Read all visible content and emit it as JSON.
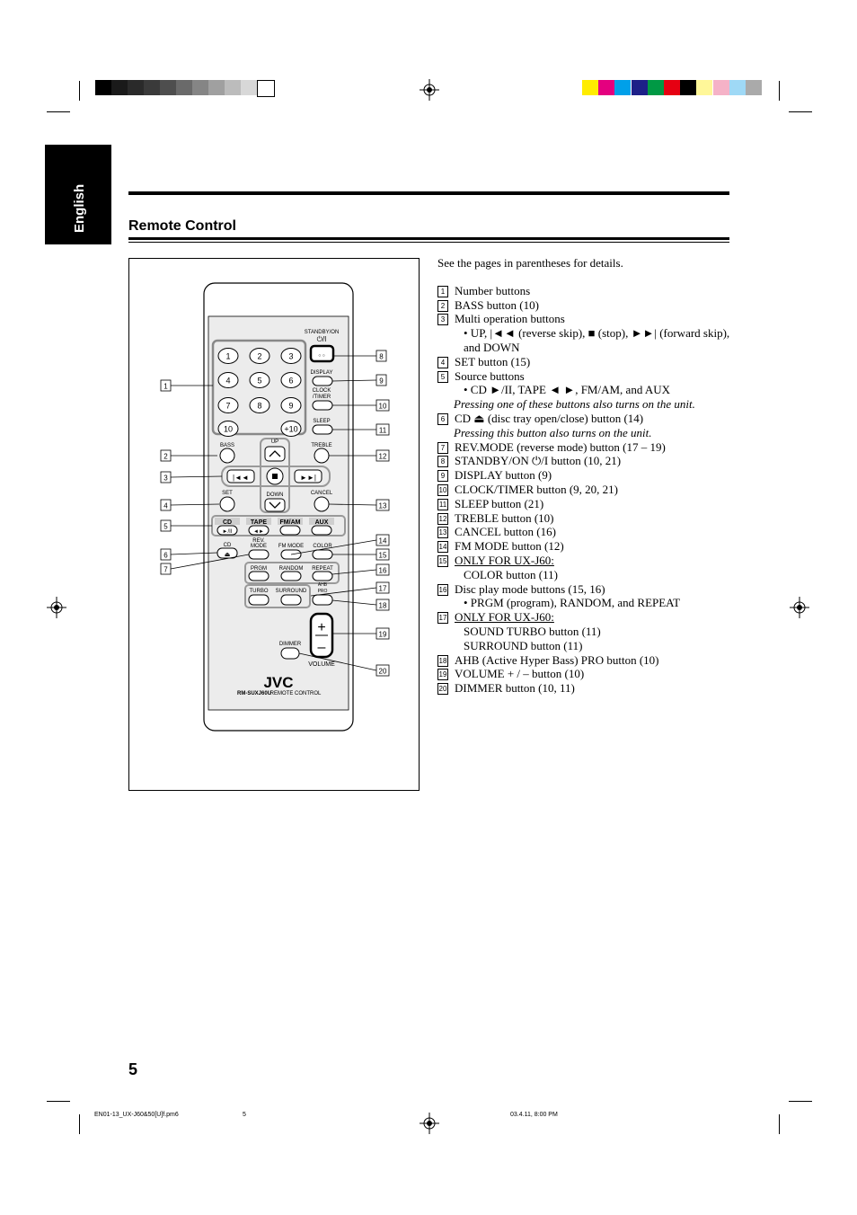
{
  "side_tab": {
    "label": "English"
  },
  "section_title": "Remote Control",
  "page_number": "5",
  "footer": {
    "filename": "EN01-13_UX-J60&50[U]f.pm6",
    "page": "5",
    "datetime": "03.4.11, 8:00 PM"
  },
  "colors": {
    "swatches": [
      "#ffec00",
      "#e4007f",
      "#00a0e9",
      "#1d2088",
      "#009944",
      "#e60012",
      "#000000",
      "#fff799",
      "#f5b2c7",
      "#9fd9f6",
      "#aaaaaa"
    ],
    "grays": [
      "#000000",
      "#1a1a1a",
      "#2a2a2a",
      "#3a3a3a",
      "#4e4e4e",
      "#6a6a6a",
      "#858585",
      "#a0a0a0",
      "#bcbcbc",
      "#d8d8d8",
      "#ffffff"
    ]
  },
  "legend": {
    "intro": "See the pages in parentheses for details.",
    "items": [
      {
        "num": "1",
        "text": "Number buttons"
      },
      {
        "num": "2",
        "text": "BASS button (10)"
      },
      {
        "num": "3",
        "text": "Multi operation buttons"
      },
      {
        "sub": "• UP, |◄◄ (reverse skip), ■ (stop), ►►| (forward skip),"
      },
      {
        "sub2": "and DOWN"
      },
      {
        "num": "4",
        "text": "SET button (15)"
      },
      {
        "num": "5",
        "text": "Source buttons"
      },
      {
        "sub": "• CD ►/II, TAPE ◄ ►, FM/AM, and AUX"
      },
      {
        "note": "Pressing one of these buttons also turns on the unit."
      },
      {
        "num": "6",
        "text": "CD ⏏ (disc tray open/close) button (14)"
      },
      {
        "note": "Pressing this button also turns on the unit."
      },
      {
        "num": "7",
        "text": "REV.MODE (reverse mode) button (17 – 19)"
      },
      {
        "num": "8",
        "text": "STANDBY/ON ⏻/I button (10, 21)"
      },
      {
        "num": "9",
        "text": "DISPLAY button (9)"
      },
      {
        "num": "10",
        "text": "CLOCK/TIMER button (9, 20, 21)"
      },
      {
        "num": "11",
        "text": "SLEEP button (21)"
      },
      {
        "num": "12",
        "text": "TREBLE button (10)"
      },
      {
        "num": "13",
        "text": "CANCEL button (16)"
      },
      {
        "num": "14",
        "text": "FM MODE button (12)"
      },
      {
        "num": "15",
        "text": "ONLY FOR UX-J60:",
        "underline": true
      },
      {
        "sub": "COLOR button (11)"
      },
      {
        "num": "16",
        "text": "Disc play mode buttons (15, 16)"
      },
      {
        "sub": "• PRGM (program), RANDOM, and REPEAT"
      },
      {
        "num": "17",
        "text": "ONLY FOR UX-J60:",
        "underline": true
      },
      {
        "sub": "SOUND TURBO button (11)"
      },
      {
        "sub": "SURROUND button (11)"
      },
      {
        "num": "18",
        "text": "AHB (Active Hyper Bass) PRO button (10)"
      },
      {
        "num": "19",
        "text": "VOLUME + / – button (10)"
      },
      {
        "num": "20",
        "text": "DIMMER button (10, 11)"
      }
    ]
  },
  "remote": {
    "standby_label": "STANDBY/ON",
    "display_label": "DISPLAY",
    "clock_label": "CLOCK",
    "timer_label": "/TIMER",
    "sleep_label": "SLEEP",
    "bass_label": "BASS",
    "treble_label": "TREBLE",
    "up_label": "UP",
    "down_label": "DOWN",
    "set_label": "SET",
    "cancel_label": "CANCEL",
    "numbers": [
      "1",
      "2",
      "3",
      "4",
      "5",
      "6",
      "7",
      "8",
      "9",
      "10",
      "+10"
    ],
    "sources": [
      "CD",
      "TAPE",
      "FM/AM",
      "AUX"
    ],
    "cd_label": "CD",
    "rev_label1": "REV.",
    "rev_label2": "MODE",
    "fm_mode_label": "FM MODE",
    "color_label": "COLOR",
    "prgm_label": "PRGM",
    "random_label": "RANDOM",
    "repeat_label": "REPEAT",
    "ahb_label1": "AHB",
    "ahb_label2": "PRO",
    "turbo_label": "TURBO",
    "surround_label": "SURROUND",
    "dimmer_label": "DIMMER",
    "volume_label": "VOLUME",
    "brand": "JVC",
    "model": "RM-SUXJ60U",
    "model_suffix": "REMOTE CONTROL",
    "callouts_left": [
      "1",
      "2",
      "3",
      "4",
      "5",
      "6",
      "7"
    ],
    "callouts_right": [
      "8",
      "9",
      "10",
      "11",
      "12",
      "13",
      "14",
      "15",
      "16",
      "17",
      "18",
      "19",
      "20"
    ]
  }
}
